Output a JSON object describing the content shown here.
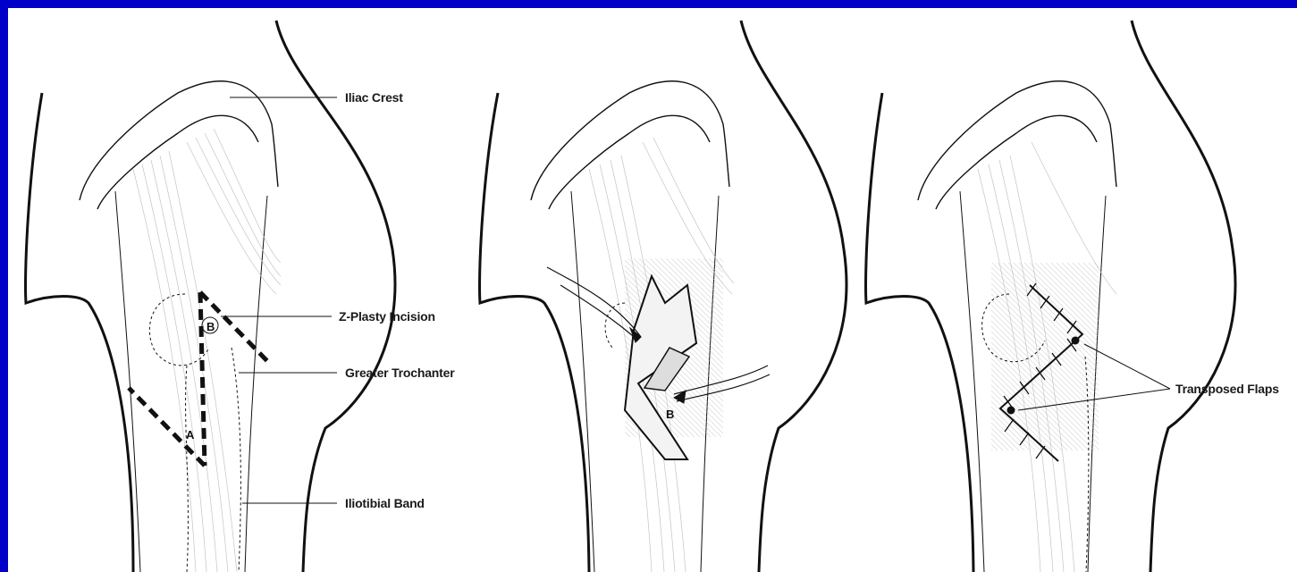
{
  "labels": {
    "iliac_crest": "Iliac Crest",
    "z_plasty_incision": "Z-Plasty Incision",
    "greater_trochanter": "Greater Trochanter",
    "iliotibial_band": "Iliotibial Band",
    "transposed_flaps": "Transposed Flaps"
  },
  "flap_marks": {
    "panel1_a": "A",
    "panel1_b": "B",
    "panel2_b": "B"
  },
  "colors": {
    "border": "#0000c8",
    "background": "#ffffff",
    "ink": "#111111"
  }
}
